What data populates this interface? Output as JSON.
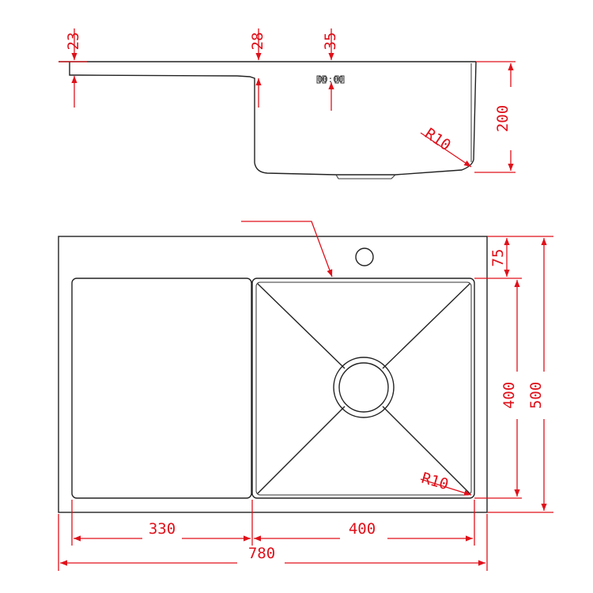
{
  "dimensions": {
    "top_view": {
      "thickness_left": "23",
      "thickness_mid": "28",
      "overflow_label": "35",
      "depth": "200",
      "corner_radius": "R10",
      "overflow_marking": "00:00"
    },
    "plan_view": {
      "tap_offset": "75",
      "bowl_length": "400",
      "overall_width": "500",
      "drainboard_width": "330",
      "bowl_width": "400",
      "overall_length": "780",
      "corner_radius": "R10"
    }
  },
  "colors": {
    "dimension": "#e0101a",
    "outline": "#222222"
  }
}
